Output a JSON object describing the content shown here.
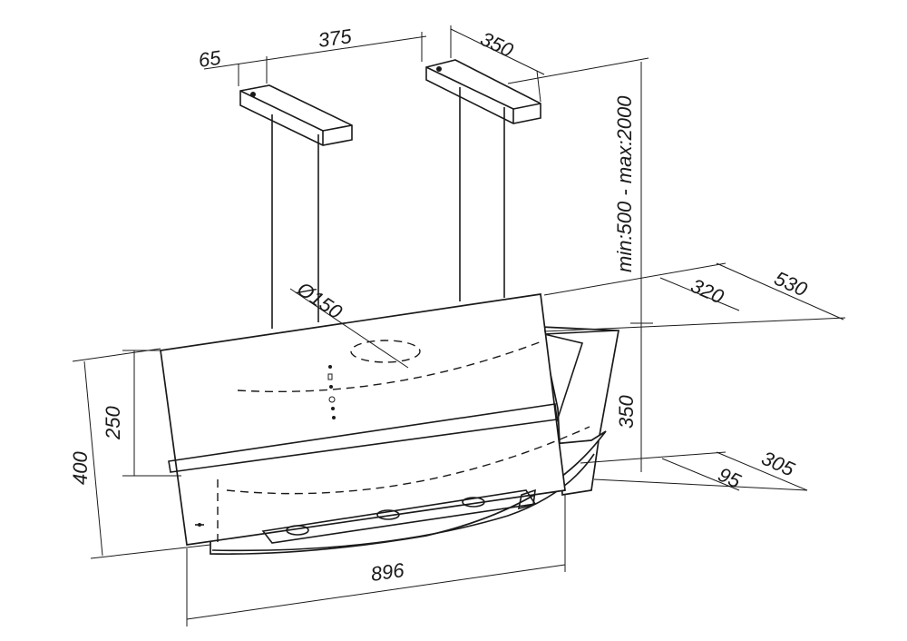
{
  "dimensions": {
    "mount_offset": "65",
    "mount_spacing": "375",
    "bracket_length": "350",
    "cable_height": "min:500 - max:2000",
    "duct_diameter": "Ø150",
    "depth_upper": "320",
    "depth_total": "530",
    "panel_height": "250",
    "overall_height": "400",
    "body_height": "350",
    "depth_lower_inner": "95",
    "depth_lower": "305",
    "width": "896"
  },
  "colors": {
    "line": "#1a1a1a",
    "background": "#ffffff"
  }
}
